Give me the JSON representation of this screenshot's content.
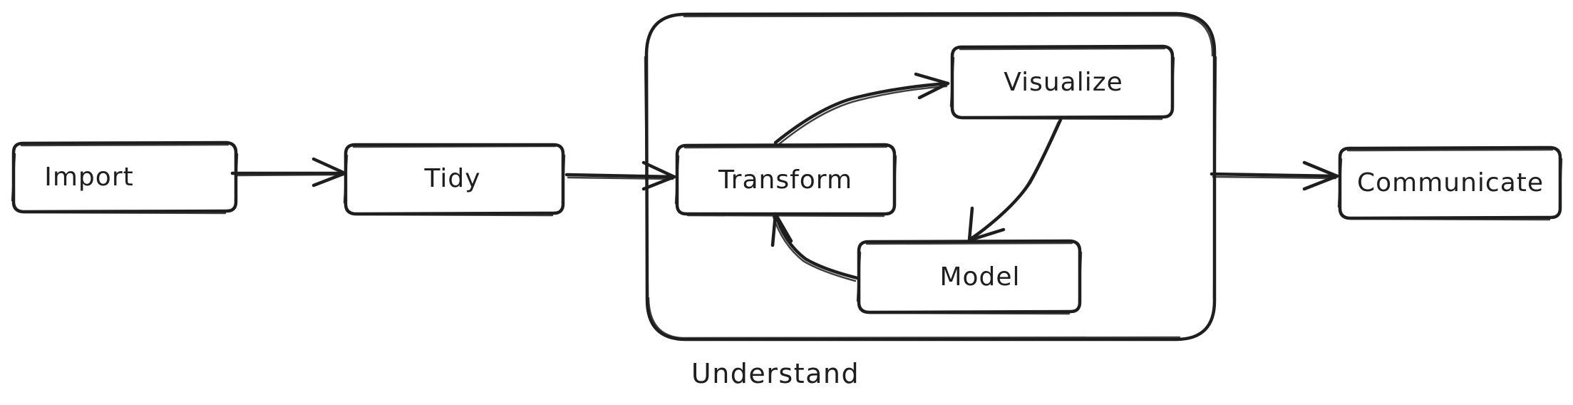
{
  "diagram": {
    "nodes": {
      "import": "Import",
      "tidy": "Tidy",
      "transform": "Transform",
      "visualize": "Visualize",
      "model": "Model",
      "communicate": "Communicate"
    },
    "group_label": "Understand",
    "stroke_color": "#1e1e1e",
    "background_color": "#ffffff",
    "edges": [
      {
        "from": "Import",
        "to": "Tidy"
      },
      {
        "from": "Tidy",
        "to": "Transform"
      },
      {
        "from": "Transform",
        "to": "Visualize"
      },
      {
        "from": "Visualize",
        "to": "Model"
      },
      {
        "from": "Model",
        "to": "Transform"
      },
      {
        "from": "Understand",
        "to": "Communicate"
      }
    ]
  }
}
